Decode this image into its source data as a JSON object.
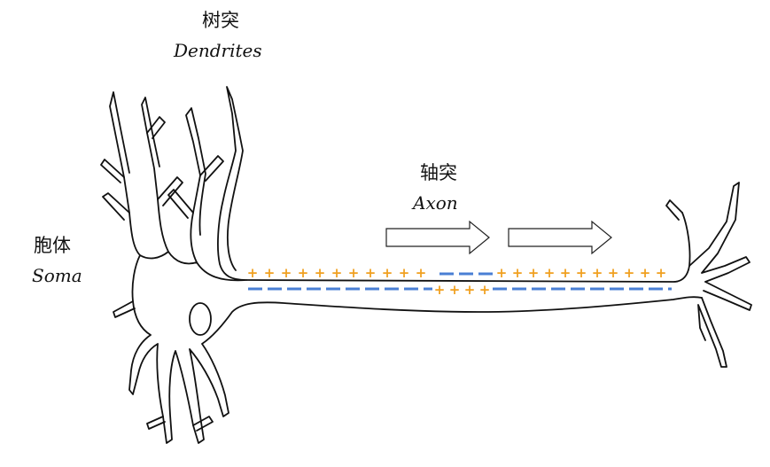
{
  "labels": {
    "dendrites_cn": "树突",
    "dendrites_en": "Dendrites",
    "axon_cn": "轴突",
    "axon_en": "Axon",
    "soma_cn": "胞体",
    "soma_en": "Soma"
  },
  "charges": {
    "positive_symbol": "+",
    "top_left_positive_count": 11,
    "top_right_positive_count": 11,
    "bottom_positive_count": 4
  },
  "colors": {
    "positive": "#f0a020",
    "negative": "#4a7fd4",
    "outline": "#111111"
  }
}
